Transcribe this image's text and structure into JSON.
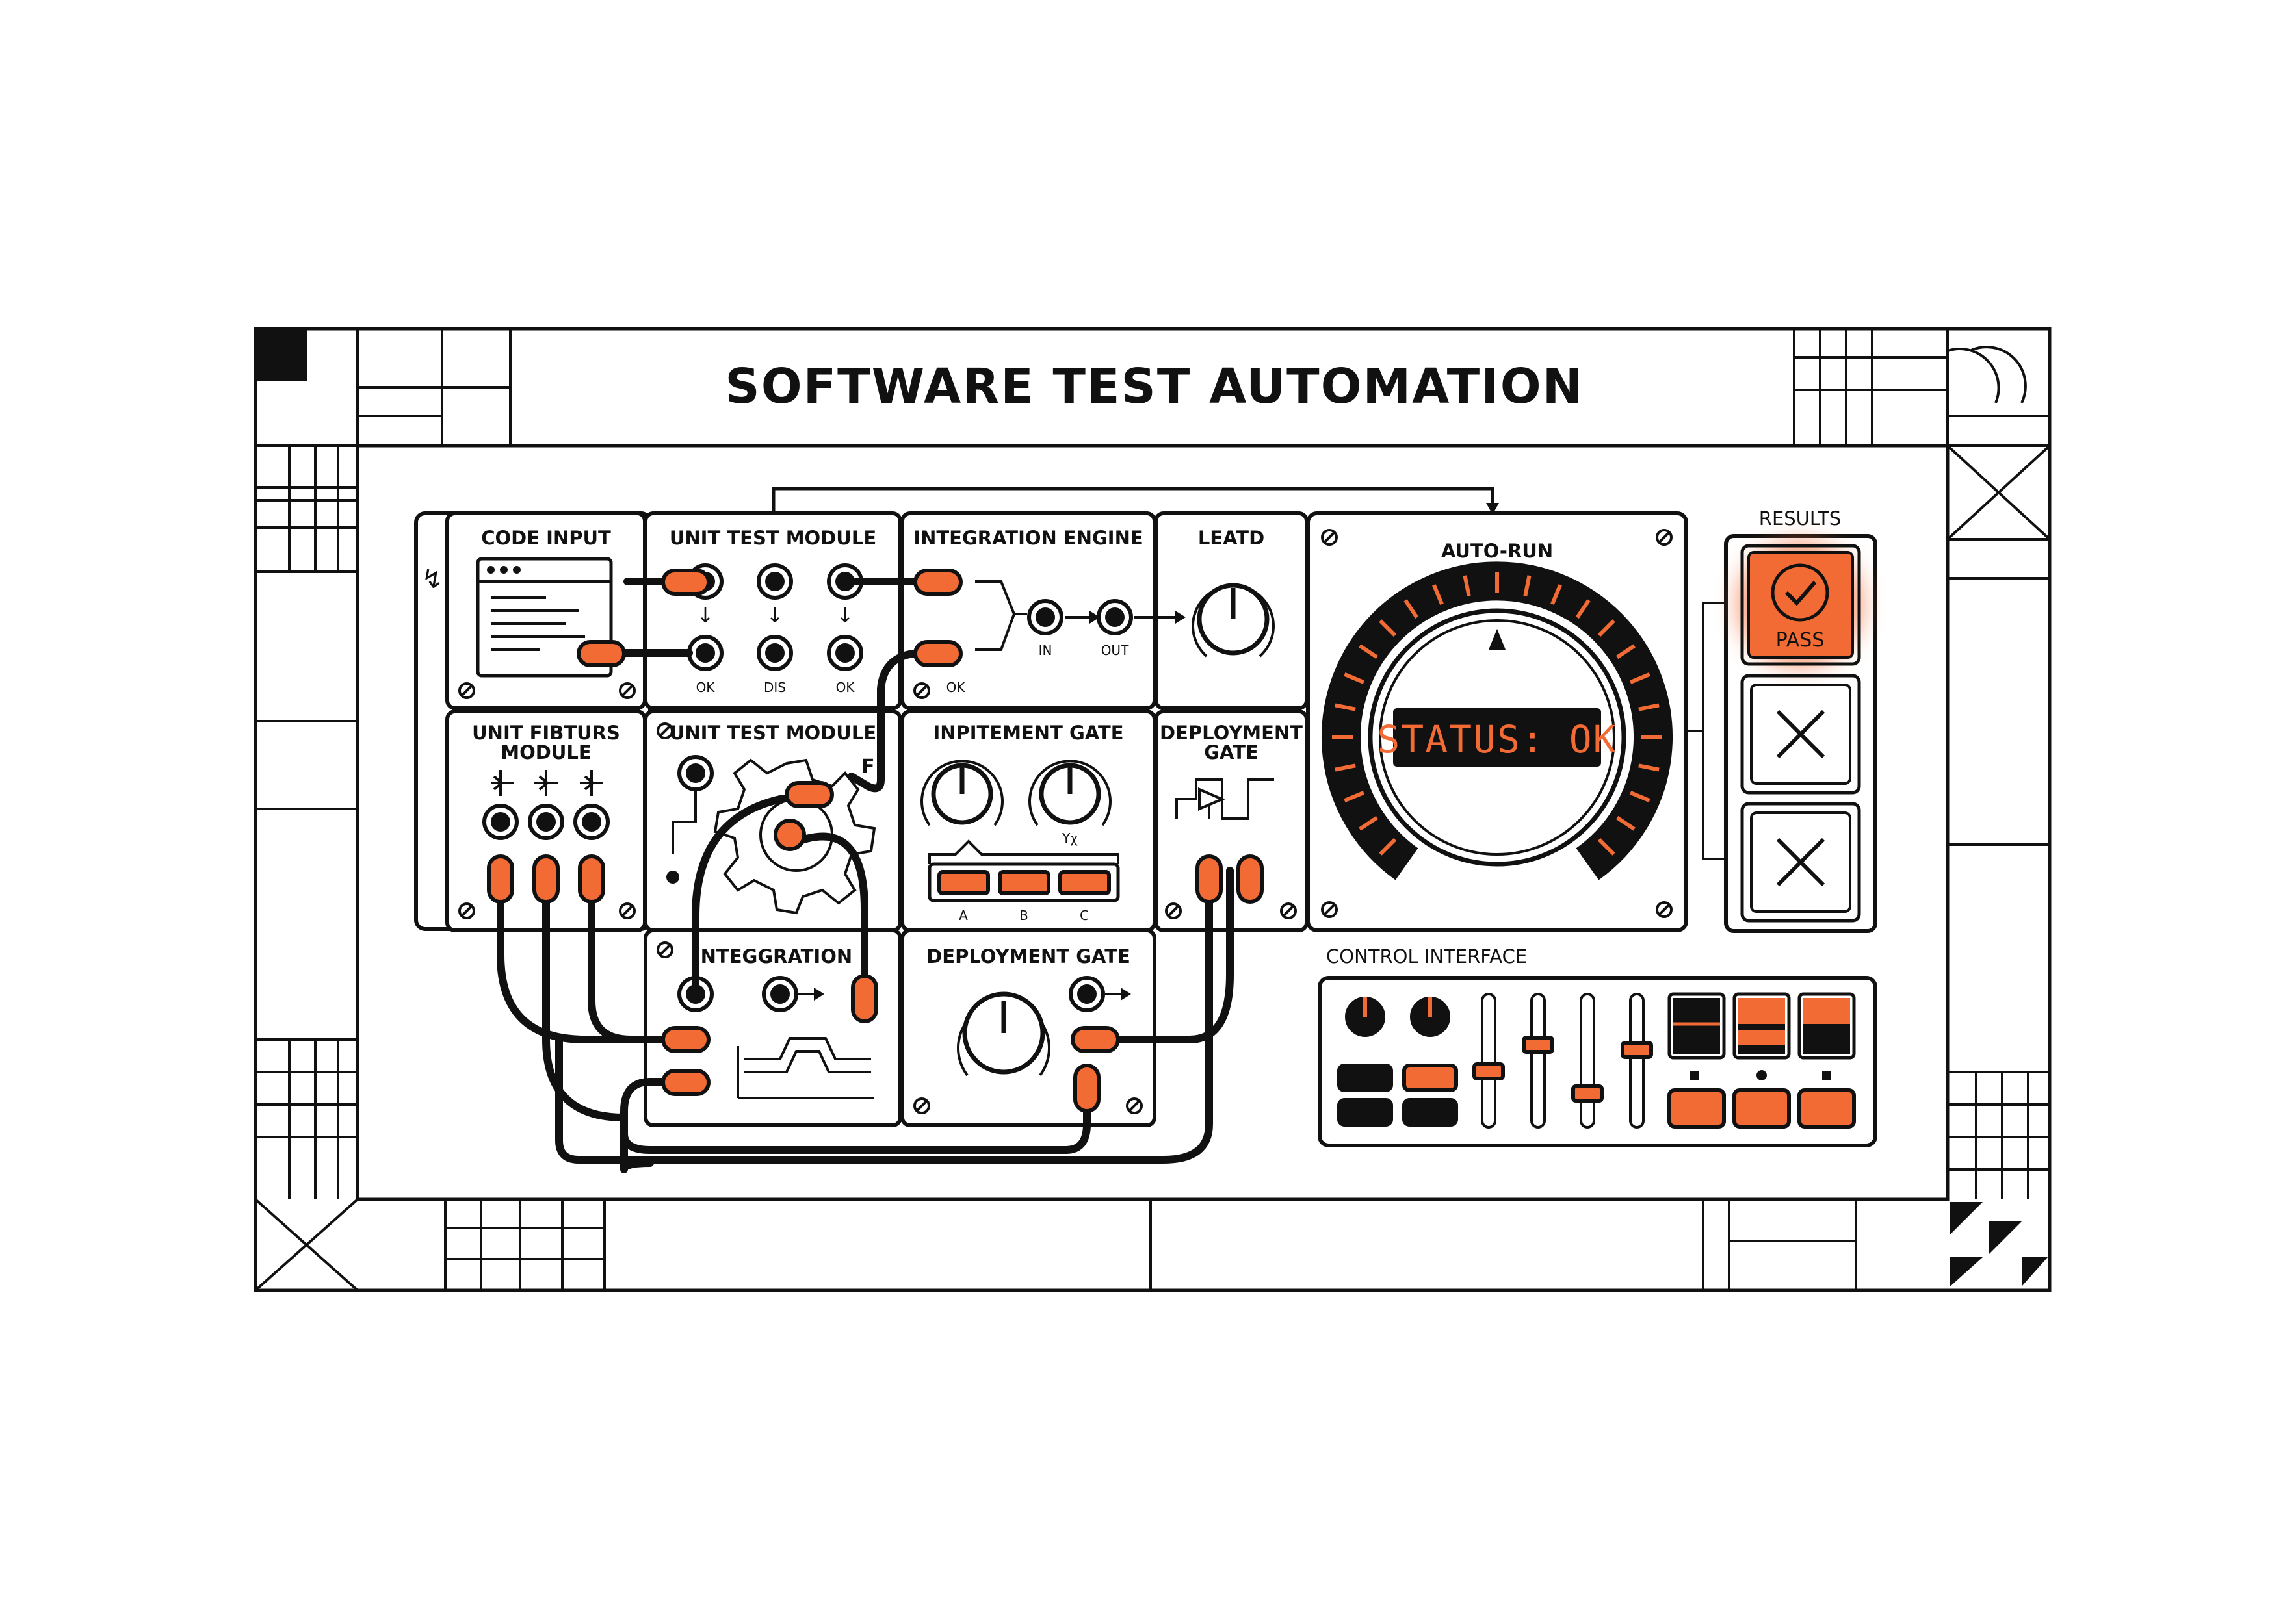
{
  "title": "SOFTWARE TEST AUTOMATION",
  "modules": {
    "code_input": "CODE INPUT",
    "unit_test_top": "UNIT TEST MODULE",
    "integration_engine": "INTEGRATION ENGINE",
    "leatd": "LEATD",
    "auto_run": "AUTO-RUN",
    "unit_fixtures_1": "UNIT FIBTURS",
    "unit_fixtures_2": "MODULE",
    "unit_test_mid": "UNIT TEST MODULE",
    "inpitement_gate": "INPITEMENT GATE",
    "deployment_gate_1": "DEPLOYMENT",
    "deployment_gate_2": "GATE",
    "integgration": "INTEGGRATION",
    "deployment_gate_bottom": "DEPLOYMENT GATE",
    "control_interface": "CONTROL INTERFACE"
  },
  "jack_labels": {
    "ok1": "OK",
    "dis": "DIS",
    "ok2": "OK",
    "ok3": "OK",
    "in": "IN",
    "out": "OUT",
    "gate_a": "A",
    "gate_b": "B",
    "gate_c": "C",
    "fx": "Υχ",
    "f_marker": "F"
  },
  "display": {
    "status": "STATUS: OK"
  },
  "results": {
    "heading": "RESULTS",
    "pass_label": "PASS"
  },
  "colors": {
    "accent": "#f26b35",
    "ink": "#111111",
    "display_bg": "#111111",
    "paper": "#ffffff"
  },
  "icons": [
    "check-icon",
    "x-icon",
    "knob-icon",
    "jack-icon",
    "plug-icon",
    "gear-icon",
    "screw-icon",
    "code-window-icon",
    "waveform-icon"
  ]
}
